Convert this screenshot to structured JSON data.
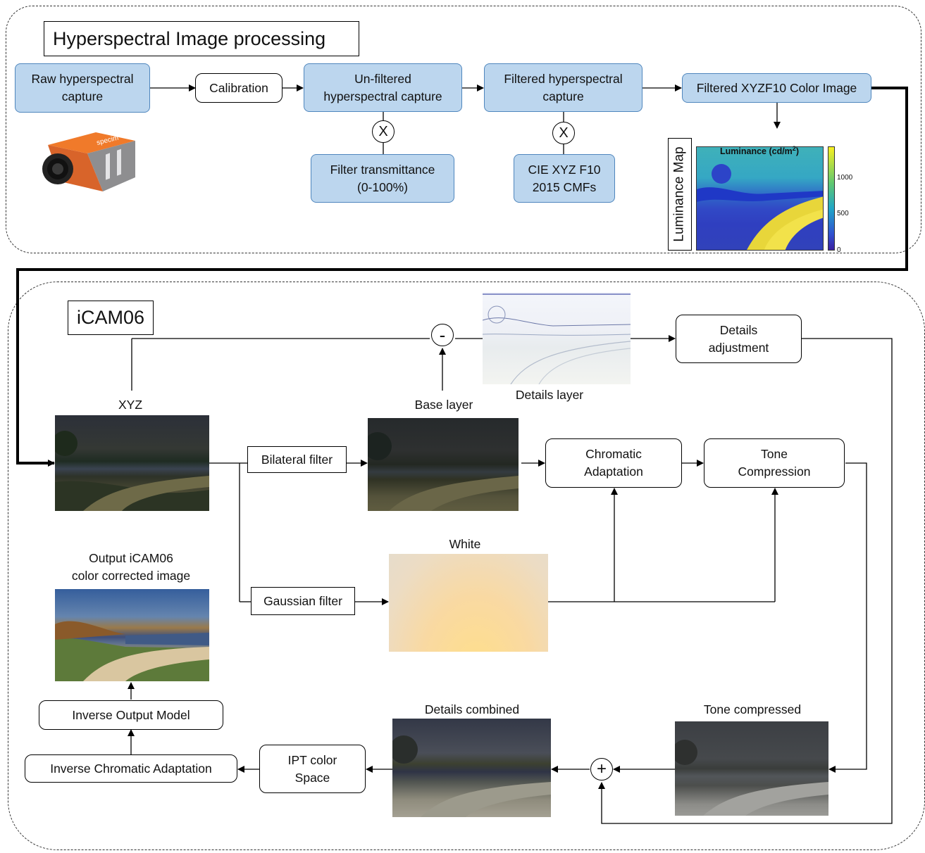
{
  "top_panel": {
    "title": "Hyperspectral Image processing",
    "raw_capture": "Raw hyperspectral\ncapture",
    "calibration": "Calibration",
    "unfiltered": "Un-filtered\nhyperspectral capture",
    "filtered": "Filtered hyperspectral\ncapture",
    "filtered_color": "Filtered XYZF10 Color Image",
    "filter_transmittance": "Filter transmittance\n(0-100%)",
    "cie_cmfs": "CIE XYZ F10\n2015 CMFs",
    "multiply_symbol": "X",
    "luminance_map_label": "Luminance Map",
    "luminance_plot_title": "Luminance (cd/m",
    "luminance_plot_title_sup": "2",
    "luminance_plot_title_end": ")",
    "colorbar_ticks": [
      "1000",
      "500",
      "0"
    ],
    "camera_brand": "specim"
  },
  "bottom_panel": {
    "title": "iCAM06",
    "xyz_label": "XYZ",
    "base_layer_label": "Base layer",
    "details_layer_label": "Details layer",
    "details_adjustment": "Details\nadjustment",
    "bilateral_filter": "Bilateral filter",
    "chromatic_adaptation": "Chromatic\nAdaptation",
    "tone_compression": "Tone\nCompression",
    "white_label": "White",
    "gaussian_filter": "Gaussian filter",
    "output_label": "Output iCAM06\ncolor corrected image",
    "inverse_output_model": "Inverse Output Model",
    "inverse_chromatic_adaptation": "Inverse Chromatic Adaptation",
    "ipt_color_space": "IPT color\nSpace",
    "details_combined_label": "Details combined",
    "tone_compressed_label": "Tone compressed",
    "minus_symbol": "-",
    "plus_symbol": "+"
  },
  "colors": {
    "process_fill": "#bcd6ee",
    "process_border": "#4f86bd",
    "arrow": "#000000"
  }
}
